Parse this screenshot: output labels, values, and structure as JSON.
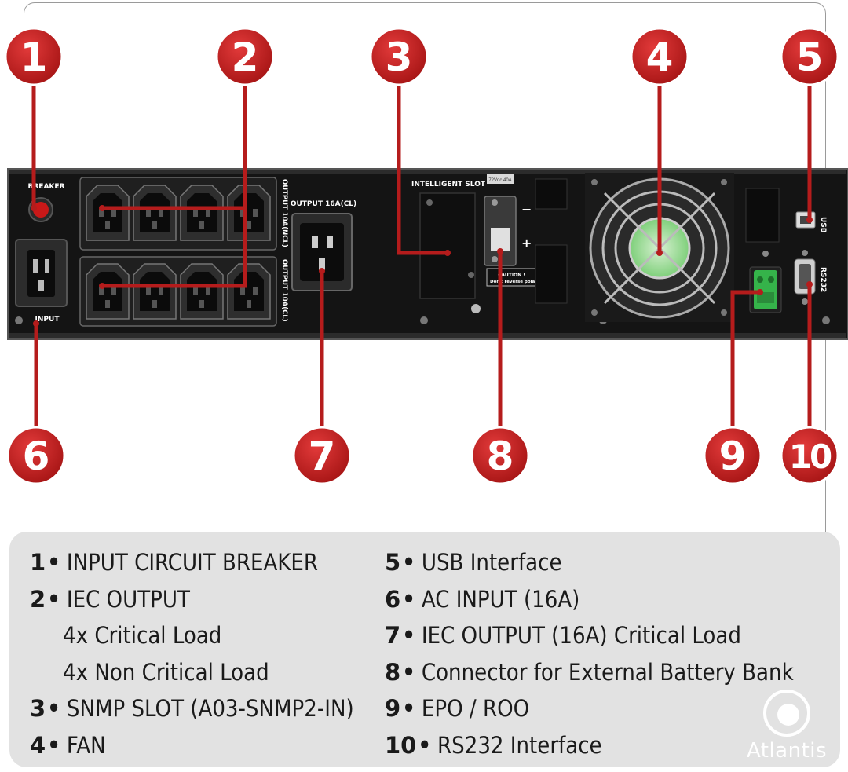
{
  "panel_labels": {
    "breaker": "BREAKER",
    "input": "INPUT",
    "output_critical": "OUTPUT 10A(CL)",
    "output_noncritical": "OUTPUT 10A(NCL)",
    "output_16a": "OUTPUT 16A(CL)",
    "intelligent_slot": "INTELLIGENT SLOT",
    "battery_rating": "72Vdc 40A",
    "caution_title": "CAUTION !",
    "caution_text": "Don't reverse polarity!",
    "minus": "−",
    "plus": "+",
    "usb": "USB",
    "rs232": "RS232"
  },
  "callouts": [
    "1",
    "2",
    "3",
    "4",
    "5",
    "6",
    "7",
    "8",
    "9",
    "10"
  ],
  "legend": {
    "left": [
      {
        "num": "1",
        "text": "INPUT CIRCUIT BREAKER"
      },
      {
        "num": "2",
        "text": "IEC OUTPUT"
      },
      {
        "num": "",
        "text": "4x Critical Load"
      },
      {
        "num": "",
        "text": "4x Non Critical Load"
      },
      {
        "num": "3",
        "text": "SNMP SLOT (A03-SNMP2-IN)"
      },
      {
        "num": "4",
        "text": "FAN"
      }
    ],
    "right": [
      {
        "num": "5",
        "text": "USB Interface"
      },
      {
        "num": "6",
        "text": "AC INPUT (16A)"
      },
      {
        "num": "7",
        "text": "IEC OUTPUT (16A) Critical Load"
      },
      {
        "num": "8",
        "text": "Connector for External Battery Bank"
      },
      {
        "num": "9",
        "text": "EPO / ROO"
      },
      {
        "num": "10",
        "text": "RS232 Interface"
      }
    ]
  },
  "brand": {
    "name": "Atlantis",
    "logo_icon": "atlantis-logo-icon"
  },
  "colors": {
    "badge": "#c41e1e",
    "badge_outline": "#ffffff",
    "line": "#b51c1c",
    "panel": "#111111",
    "legend_bg": "#e2e2e2",
    "connector_green": "#35b34a"
  }
}
